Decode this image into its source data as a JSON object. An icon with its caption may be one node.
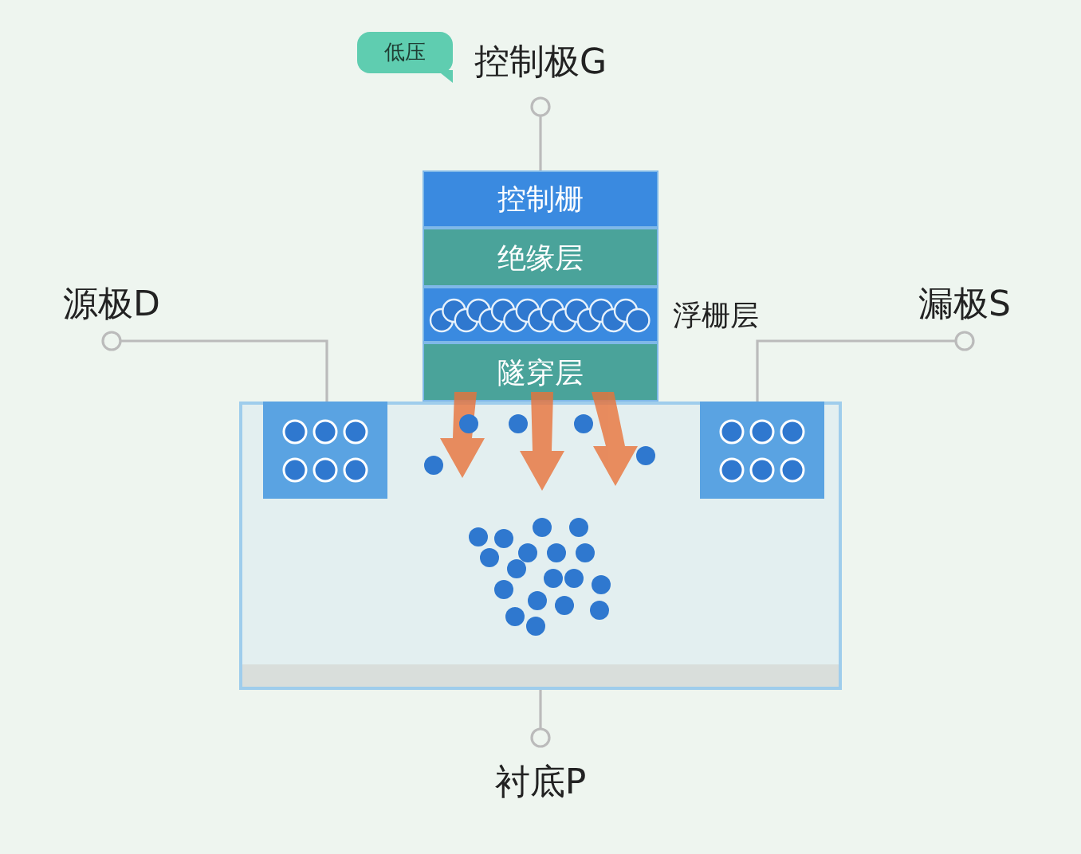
{
  "diagram": {
    "nodes": [
      {
        "text": [
          "低压"
        ]
      },
      {
        "text": [
          "控制极G"
        ]
      },
      {
        "text": [
          "控制栅"
        ]
      },
      {
        "text": [
          "绝缘层"
        ]
      },
      {
        "text": [
          "浮栅层"
        ]
      },
      {
        "text": [
          "隧穿层"
        ]
      },
      {
        "text": [
          "源极D"
        ]
      },
      {
        "text": [
          "漏极S"
        ]
      },
      {
        "text": [],
        "shape": "box"
      },
      {
        "text": [],
        "shape": "box",
        "in": 8
      },
      {
        "text": [],
        "shape": "box",
        "in": 8
      },
      {
        "text": [
          "衬底P"
        ]
      }
    ],
    "edges": [
      {
        "from": 1,
        "to": 2,
        "arrow": "other"
      },
      {
        "from": 6,
        "to": 9,
        "arrow": "other"
      },
      {
        "from": 7,
        "to": 10,
        "arrow": "other"
      },
      {
        "from": 11,
        "to": 8,
        "arrow": "other"
      }
    ]
  }
}
